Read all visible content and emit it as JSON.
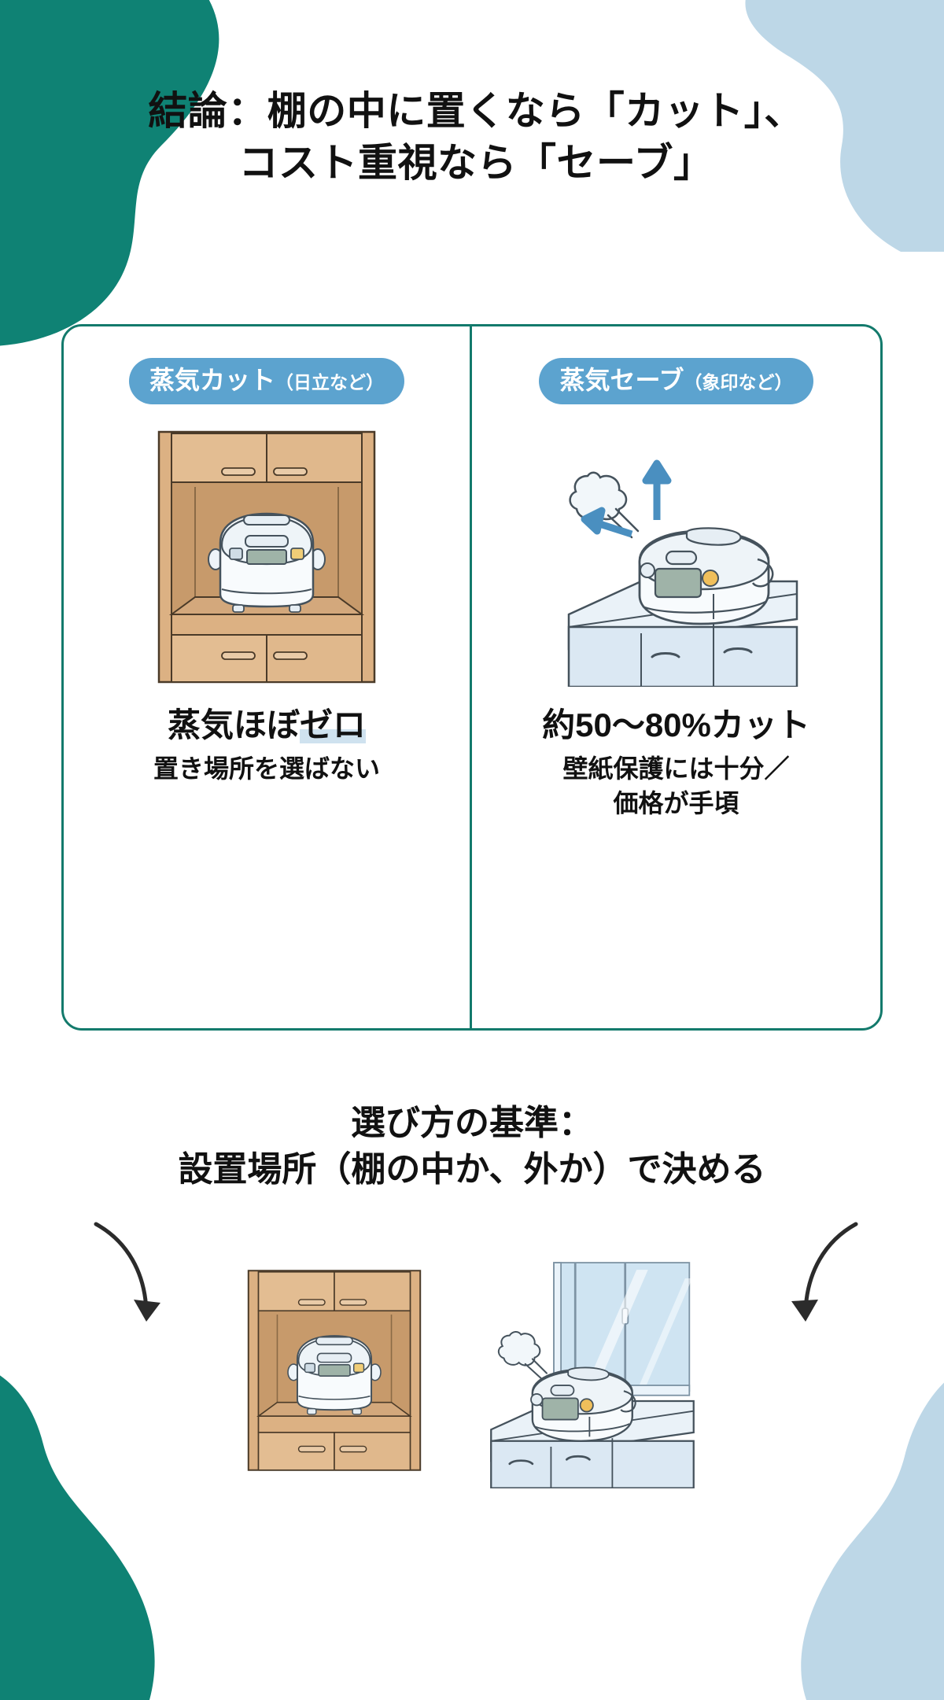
{
  "colors": {
    "teal_blob": "#0f8274",
    "blue_blob": "#bdd7e7",
    "card_border": "#137a6c",
    "badge_bg": "#5ca3cf",
    "highlight": "#cfe2ef",
    "wood": "#dcb183",
    "wood_dark": "#c79a6b",
    "appliance": "#f4f8fb",
    "counter_blue": "#dbe8f3",
    "arrow_blue": "#4a8fc0",
    "text": "#111111"
  },
  "title": {
    "line1": "結論：棚の中に置くなら「カット」、",
    "line2": "コスト重視なら「セーブ」"
  },
  "compare": {
    "left": {
      "badge_main": "蒸気カット",
      "badge_sub": "（日立など）",
      "illustration": "rice-cooker-in-cabinet",
      "headline_plain": "蒸気ほぼ",
      "headline_highlight": "ゼロ",
      "subline": "置き場所を選ばない"
    },
    "right": {
      "badge_main": "蒸気セーブ",
      "badge_sub": "（象印など）",
      "illustration": "rice-cooker-on-counter-with-steam",
      "headline_full": "約50〜80%カット",
      "subline_1": "壁紙保護には十分／",
      "subline_2": "価格が手頃"
    }
  },
  "criteria": {
    "line1": "選び方の基準：",
    "line2": "設置場所（棚の中か、外か）で決める",
    "left_illustration": "rice-cooker-in-cabinet",
    "right_illustration": "rice-cooker-by-window-with-steam"
  }
}
